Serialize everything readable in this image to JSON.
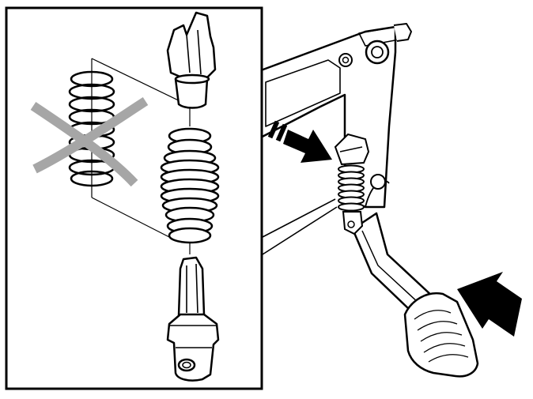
{
  "diagram": {
    "kind": "technical-illustration",
    "parts": [
      "brake-pedal-assembly",
      "pedal-mounting-bracket",
      "return-spring-old",
      "return-spring-new",
      "spring-upper-cap",
      "spring-guide-rod",
      "pedal-pad"
    ],
    "callouts": {
      "old_spring": "crossed-out",
      "arrows": [
        "spring-location-arrow",
        "pedal-press-arrow"
      ]
    },
    "colors": {
      "line": "#000000",
      "fill": "#ffffff",
      "cross": "#a6a6a6"
    }
  }
}
